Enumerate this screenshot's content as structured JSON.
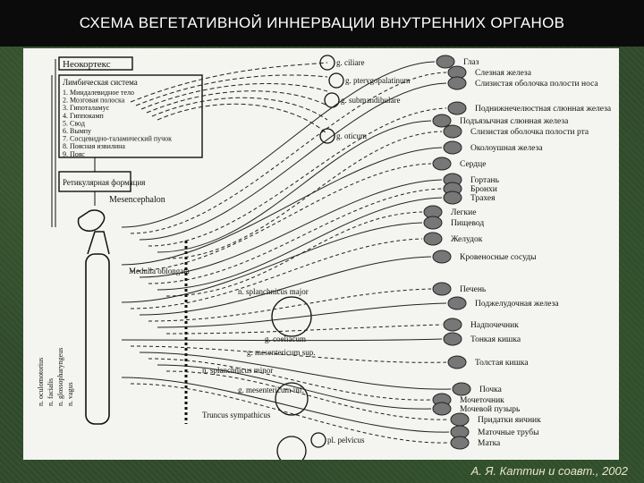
{
  "title": "СХЕМА ВЕГЕТАТИВНОЙ ИННЕРВАЦИИ ВНУТРЕННИХ ОРГАНОВ",
  "credit": "А. Я. Каттин и соавт., 2002",
  "neocortex": "Неокортекс",
  "limbic_heading": "Лимбическая система",
  "limbic_items": [
    "1. Миндалевидное тело",
    "2. Мозговая полоска",
    "3. Гипоталамус",
    "4. Гиппокамп",
    "5. Свод",
    "6. Вымпу",
    "7. Сосцевидно-таламический пучок",
    "8. Поясная извилина",
    "9. Пояс"
  ],
  "reticular": "Ретикулярная формация",
  "mesencephalon": "Mesencephalon",
  "medulla": "Medulla oblongata",
  "spinal_labels": [
    "n. oculomotorius",
    "n. facialis",
    "n. glossopharyngeus",
    "n. vagus"
  ],
  "ganglia": [
    "g. ciliare",
    "g. pterygopalatinum",
    "g. submandibulare",
    "g. oticum",
    "n. splanchnicus major",
    "g. coeliacum",
    "g. mesentericum sup.",
    "n. splanchnicus minor",
    "g. mesentericum inf.",
    "Truncus sympathicus",
    "pl. pelvicus"
  ],
  "organs": [
    "Глаз",
    "Слезная железа",
    "Слизистая оболочка полости носа",
    "Поднижнечелюстная слюнная железа",
    "Подъязычная слюнная железа",
    "Слизистая оболочка полости рта",
    "Околоушная железа",
    "Сердце",
    "Гортань",
    "Бронхи",
    "Трахея",
    "Легкие",
    "Пищевод",
    "Желудок",
    "Кровеносные сосуды",
    "Печень",
    "Поджелудочная железа",
    "Надпочечник",
    "Тонкая кишка",
    "Толстая кишка",
    "Почка",
    "Мочеточник",
    "Мочевой пузырь",
    "Придатки яичник",
    "Маточные трубы",
    "Матка"
  ]
}
